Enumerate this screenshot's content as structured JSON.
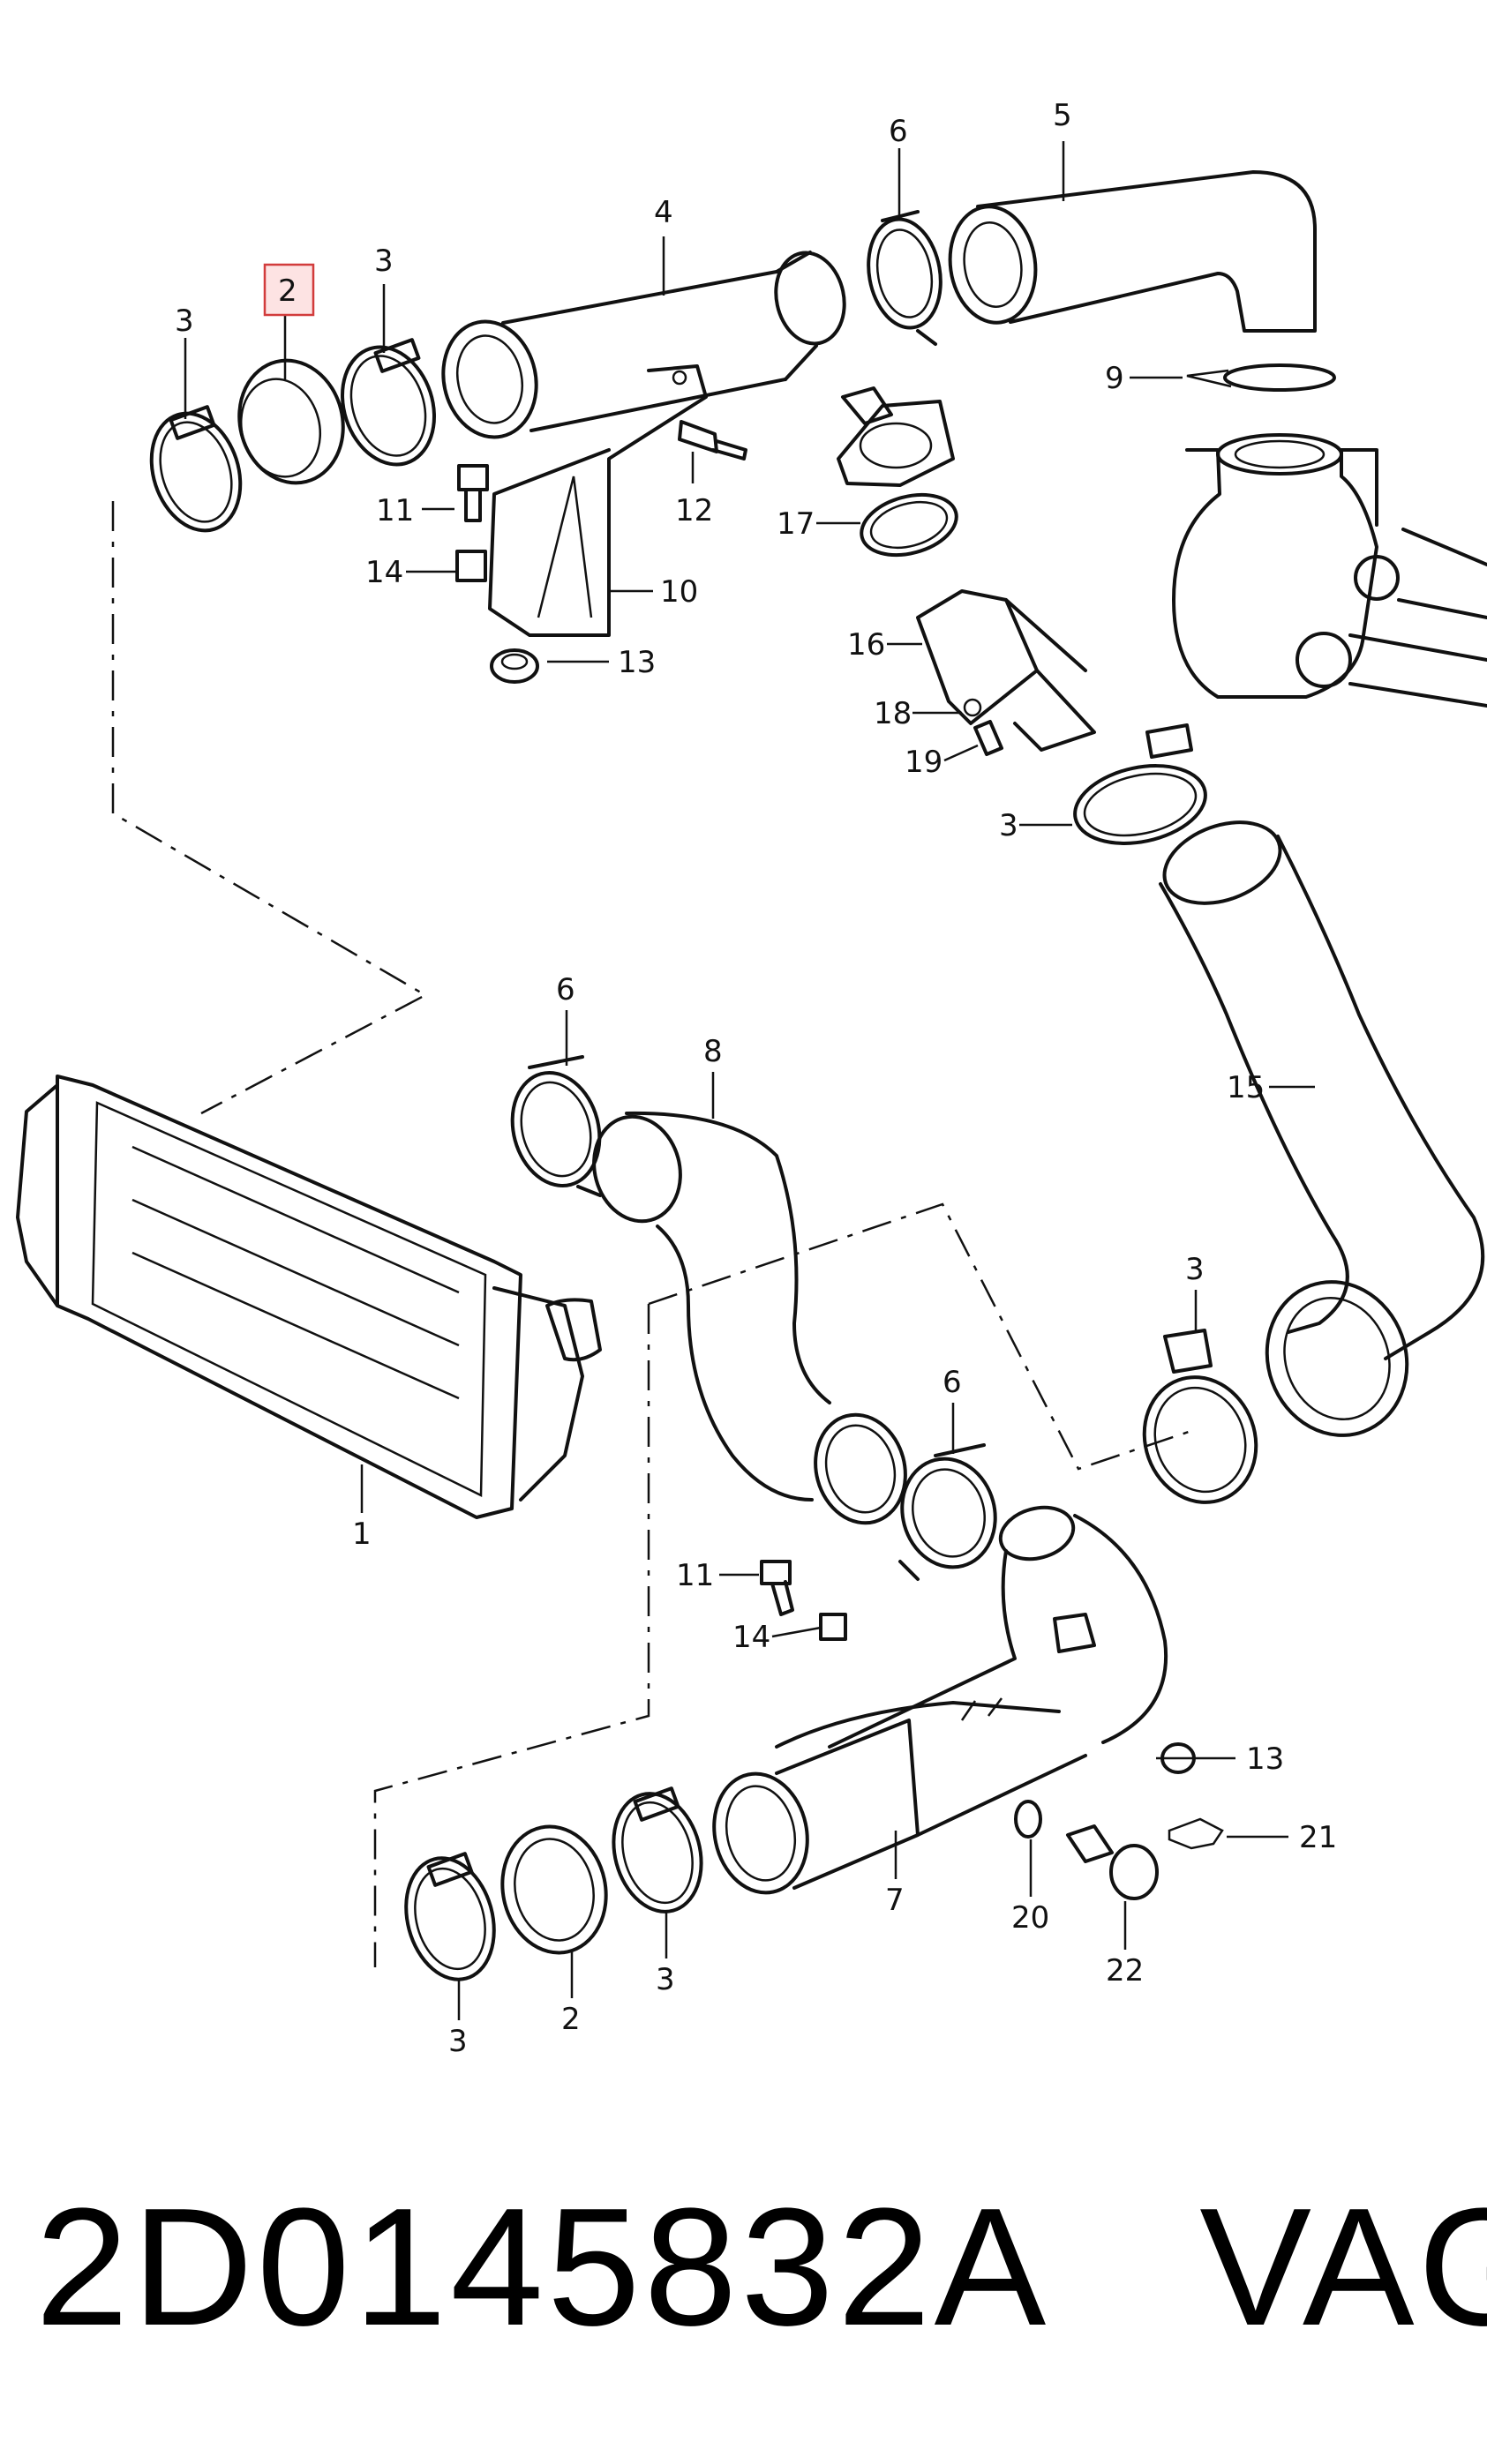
{
  "diagram": {
    "callouts": [
      "3",
      "2",
      "3",
      "4",
      "6",
      "5",
      "9",
      "11",
      "12",
      "14",
      "10",
      "13",
      "17",
      "16",
      "18",
      "19",
      "3",
      "6",
      "8",
      "15",
      "3",
      "1",
      "6",
      "11",
      "14",
      "13",
      "21",
      "3",
      "2",
      "3",
      "7",
      "20",
      "22"
    ],
    "highlighted_callout": "2",
    "highlight_color": "#d23c3c"
  },
  "footer": {
    "part_number": "2D0145832A",
    "brand": "VAG"
  }
}
